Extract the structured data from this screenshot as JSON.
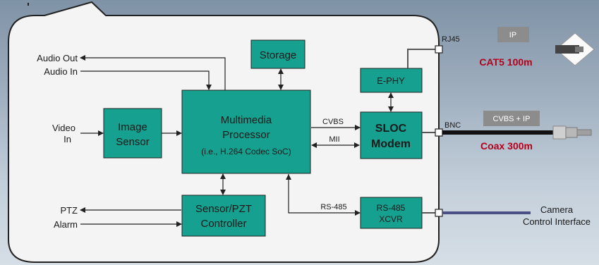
{
  "blocks": {
    "storage": "Storage",
    "multimedia_line1": "Multimedia",
    "multimedia_line2": "Processor",
    "multimedia_line3": "(i.e., H.264 Codec SoC)",
    "image_sensor_line1": "Image",
    "image_sensor_line2": "Sensor",
    "ephy": "E-PHY",
    "sloc_line1": "SLOC",
    "sloc_line2": "Modem",
    "sensor_pzt_line1": "Sensor/PZT",
    "sensor_pzt_line2": "Controller",
    "rs485_line1": "RS-485",
    "rs485_line2": "XCVR"
  },
  "signals": {
    "audio_out": "Audio Out",
    "audio_in": "Audio In",
    "video_line1": "Video",
    "video_line2": "In",
    "ptz": "PTZ",
    "alarm": "Alarm",
    "cvbs": "CVBS",
    "mii": "MII",
    "rs485_bus": "RS-485"
  },
  "connectors": {
    "rj45": "RJ45",
    "bnc": "BNC"
  },
  "cables": {
    "ip_tag": "IP",
    "cat5": "CAT5 100m",
    "cvbs_ip_tag": "CVBS + IP",
    "coax": "Coax 300m",
    "camera_line1": "Camera",
    "camera_line2": "Control Interface"
  },
  "colors": {
    "block_fill": "#16a08f",
    "housing_fill": "#f4f4f4",
    "label_red": "#b3001b",
    "tag_gray": "#8c8c8c",
    "control_cable": "#4a4f86"
  }
}
